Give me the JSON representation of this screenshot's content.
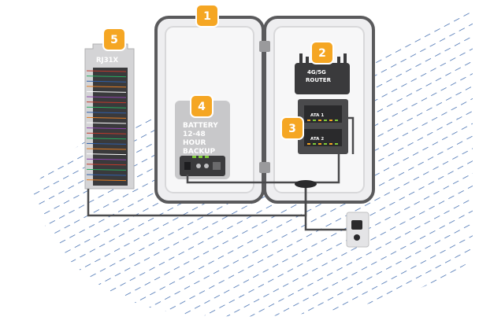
{
  "badges": [
    "1",
    "2",
    "3",
    "4",
    "5"
  ],
  "labels": {
    "rj31x": "RJ31X",
    "router_line1": "4G/5G",
    "router_line2": "ROUTER",
    "ata1": "ATA 1",
    "ata2": "ATA 2",
    "battery_lines": [
      "BATTERY",
      "12-48",
      "HOUR",
      "BACKUP"
    ]
  },
  "colors": {
    "accent": "#f5a623",
    "enclosure": "#eeeef0",
    "enclosure_border": "#5a5a5c",
    "device": "#3a3a3c",
    "device_light": "#d4d4d6",
    "hatch": "#2f5fa8",
    "cable": "#4a4a4c"
  }
}
